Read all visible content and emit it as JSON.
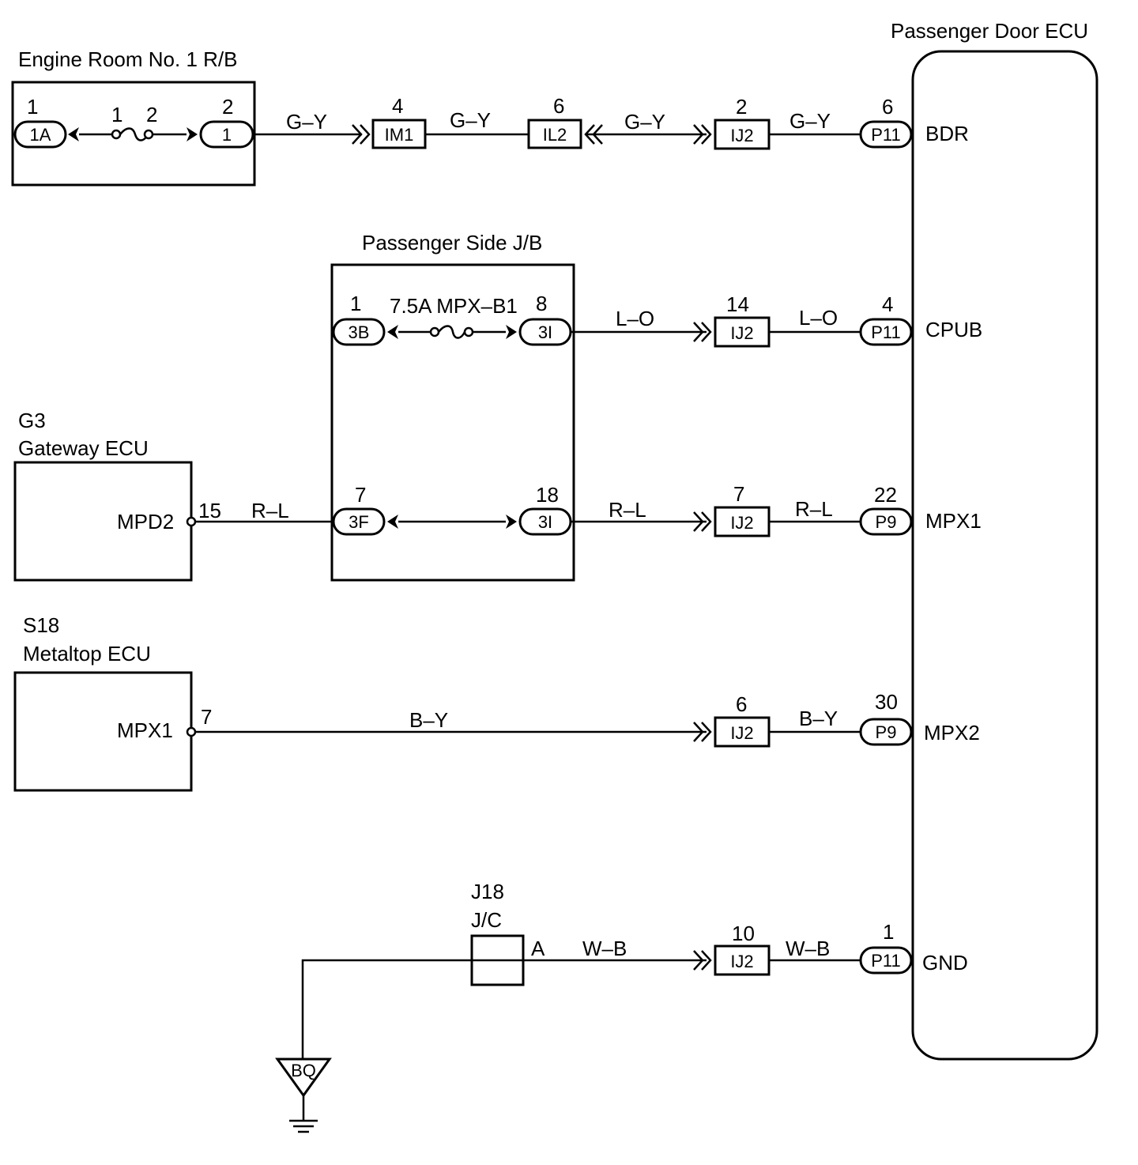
{
  "components": {
    "engine_room_rb": "Engine Room No. 1 R/B",
    "passenger_door_ecu": "Passenger Door ECU",
    "passenger_side_jb": "Passenger Side J/B",
    "gateway_code": "G3",
    "gateway_name": "Gateway ECU",
    "metaltop_code": "S18",
    "metaltop_name": "Metaltop ECU",
    "jc_code": "J18",
    "jc_name": "J/C",
    "ground": "BQ"
  },
  "ecu_pins": [
    "BDR",
    "CPUB",
    "MPX1",
    "MPX2",
    "GND"
  ],
  "rb": {
    "pin_left": "1",
    "conn_left": "1A",
    "fuse_left": "1",
    "fuse_right": "2",
    "pin_right": "2",
    "conn_right": "1"
  },
  "jb": {
    "fuse_label": "7.5A MPX–B1",
    "row1": {
      "pin_left": "1",
      "conn_left": "3B",
      "pin_right": "8",
      "conn_right": "3I"
    },
    "row2": {
      "pin_left": "7",
      "conn_left": "3F",
      "pin_right": "18",
      "conn_right": "3I"
    }
  },
  "row_bdr": {
    "wire": "G–Y",
    "im1_pin": "4",
    "im1": "IM1",
    "il2_pin": "6",
    "il2": "IL2",
    "ij2_pin": "2",
    "ij2": "IJ2",
    "ecu_pin": "6",
    "ecu_conn": "P11"
  },
  "row_cpub": {
    "wire": "L–O",
    "ij2_pin": "14",
    "ij2": "IJ2",
    "ecu_pin": "4",
    "ecu_conn": "P11"
  },
  "row_mpx1": {
    "src_pin_name": "MPD2",
    "src_pin": "15",
    "wire": "R–L",
    "ij2_pin": "7",
    "ij2": "IJ2",
    "ecu_pin": "22",
    "ecu_conn": "P9"
  },
  "row_mpx2": {
    "src_pin_name": "MPX1",
    "src_pin": "7",
    "wire": "B–Y",
    "ij2_pin": "6",
    "ij2": "IJ2",
    "ecu_pin": "30",
    "ecu_conn": "P9"
  },
  "row_gnd": {
    "jc_pin": "A",
    "wire": "W–B",
    "ij2_pin": "10",
    "ij2": "IJ2",
    "ecu_pin": "1",
    "ecu_conn": "P11"
  }
}
